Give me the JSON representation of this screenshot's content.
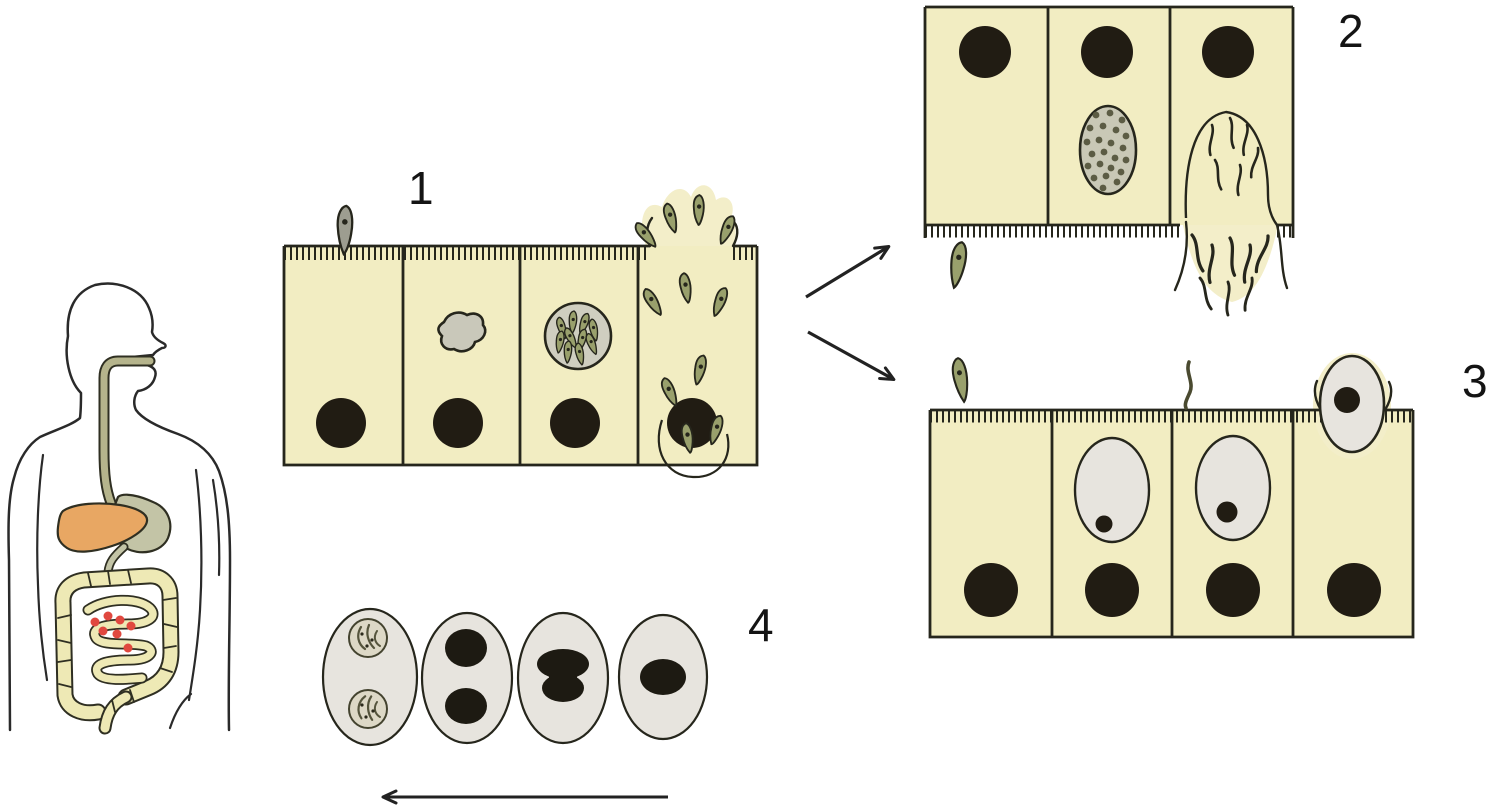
{
  "figure": {
    "type": "parasite-life-cycle-diagram",
    "description": "intestinal-epithelium-infection-stages"
  },
  "stages": [
    {
      "label": "1",
      "name": "asexual-cycle-in-epithelium"
    },
    {
      "label": "2",
      "name": "microgamont-and-microgamete-release"
    },
    {
      "label": "3",
      "name": "macrogamont-development-and-oocyst-exit"
    },
    {
      "label": "4",
      "name": "oocyst-sporulation-sequence"
    }
  ],
  "icons": [
    "human-digestive-tract",
    "esophagus",
    "liver",
    "stomach",
    "small-intestine",
    "large-intestine",
    "infection-site-dots",
    "brush-border-epithelium",
    "sporozoite",
    "trophozoite",
    "schizont-with-merozoites",
    "rupturing-cell-merozoite-release",
    "microgamont",
    "microgametes",
    "macrogamont",
    "oocyst",
    "sporulated-oocyst",
    "sporocysts",
    "arrow-right-up",
    "arrow-right-down",
    "arrow-left"
  ],
  "colors": {
    "outline": "#26261c",
    "cell-fill": "#f2edc2",
    "halo": "#f3eec9",
    "nucleus": "#211c13",
    "parasite": "#99a06c",
    "parasite-gray": "#9d9d90",
    "organelle": "#cfceC0",
    "blob": "#c9c8ba",
    "gamont-fill": "#c9c8b6",
    "gamont-dot": "#5c5c44",
    "oval-fill": "#e7e4de",
    "sporocyst-fill": "#ddd8c6",
    "dark-blob": "#1d1a12",
    "liver": "#e8a763",
    "stomach": "#c3c4a6",
    "esophagus": "#b5b48c",
    "gut": "#eee9b5",
    "gut-outline": "#2f2f22",
    "infection-dot": "#e0483f",
    "arrow": "#222222",
    "label": "#141414"
  }
}
